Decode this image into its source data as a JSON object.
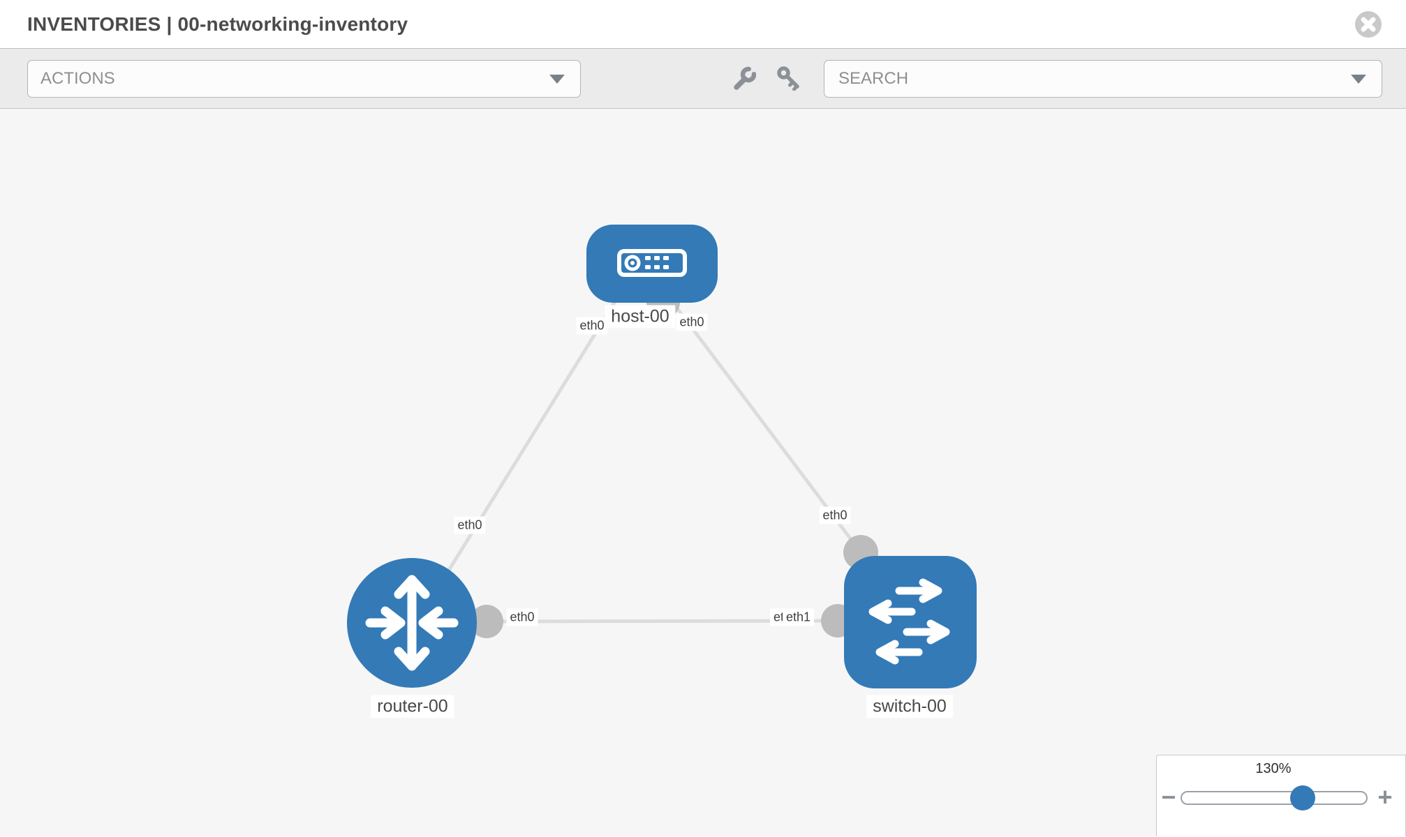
{
  "header": {
    "title": "INVENTORIES | 00-networking-inventory"
  },
  "toolbar": {
    "actions_label": "ACTIONS",
    "search_label": "SEARCH"
  },
  "topology": {
    "nodes": [
      {
        "label": "host-00",
        "type": "host"
      },
      {
        "label": "router-00",
        "type": "router"
      },
      {
        "label": "switch-00",
        "type": "switch"
      }
    ],
    "links": [
      {
        "from": "host-00",
        "to": "router-00",
        "from_label": "eth0",
        "to_label": "eth0"
      },
      {
        "from": "host-00",
        "to": "switch-00",
        "from_label": "eth0",
        "to_label": "eth0"
      },
      {
        "from": "router-00",
        "to": "switch-00",
        "from_label": "eth0",
        "to_label": "eth1",
        "to_label_overlap": "eth0"
      }
    ]
  },
  "zoom_control": {
    "level": "130%",
    "decrease_label": "−",
    "increase_label": "+"
  },
  "icons": {
    "header": [
      "close-icon"
    ],
    "toolbar": [
      "wrench-icon",
      "key-icon",
      "chevron-down-icon"
    ],
    "nodes": [
      "host-icon",
      "router-icon",
      "switch-icon"
    ]
  },
  "colors": {
    "node_blue": "#337ab7",
    "link_gray": "#dcdcdc",
    "connector_gray": "#bcbcbc",
    "canvas_bg": "#f6f6f6",
    "toolbar_bg": "#ebebeb"
  }
}
